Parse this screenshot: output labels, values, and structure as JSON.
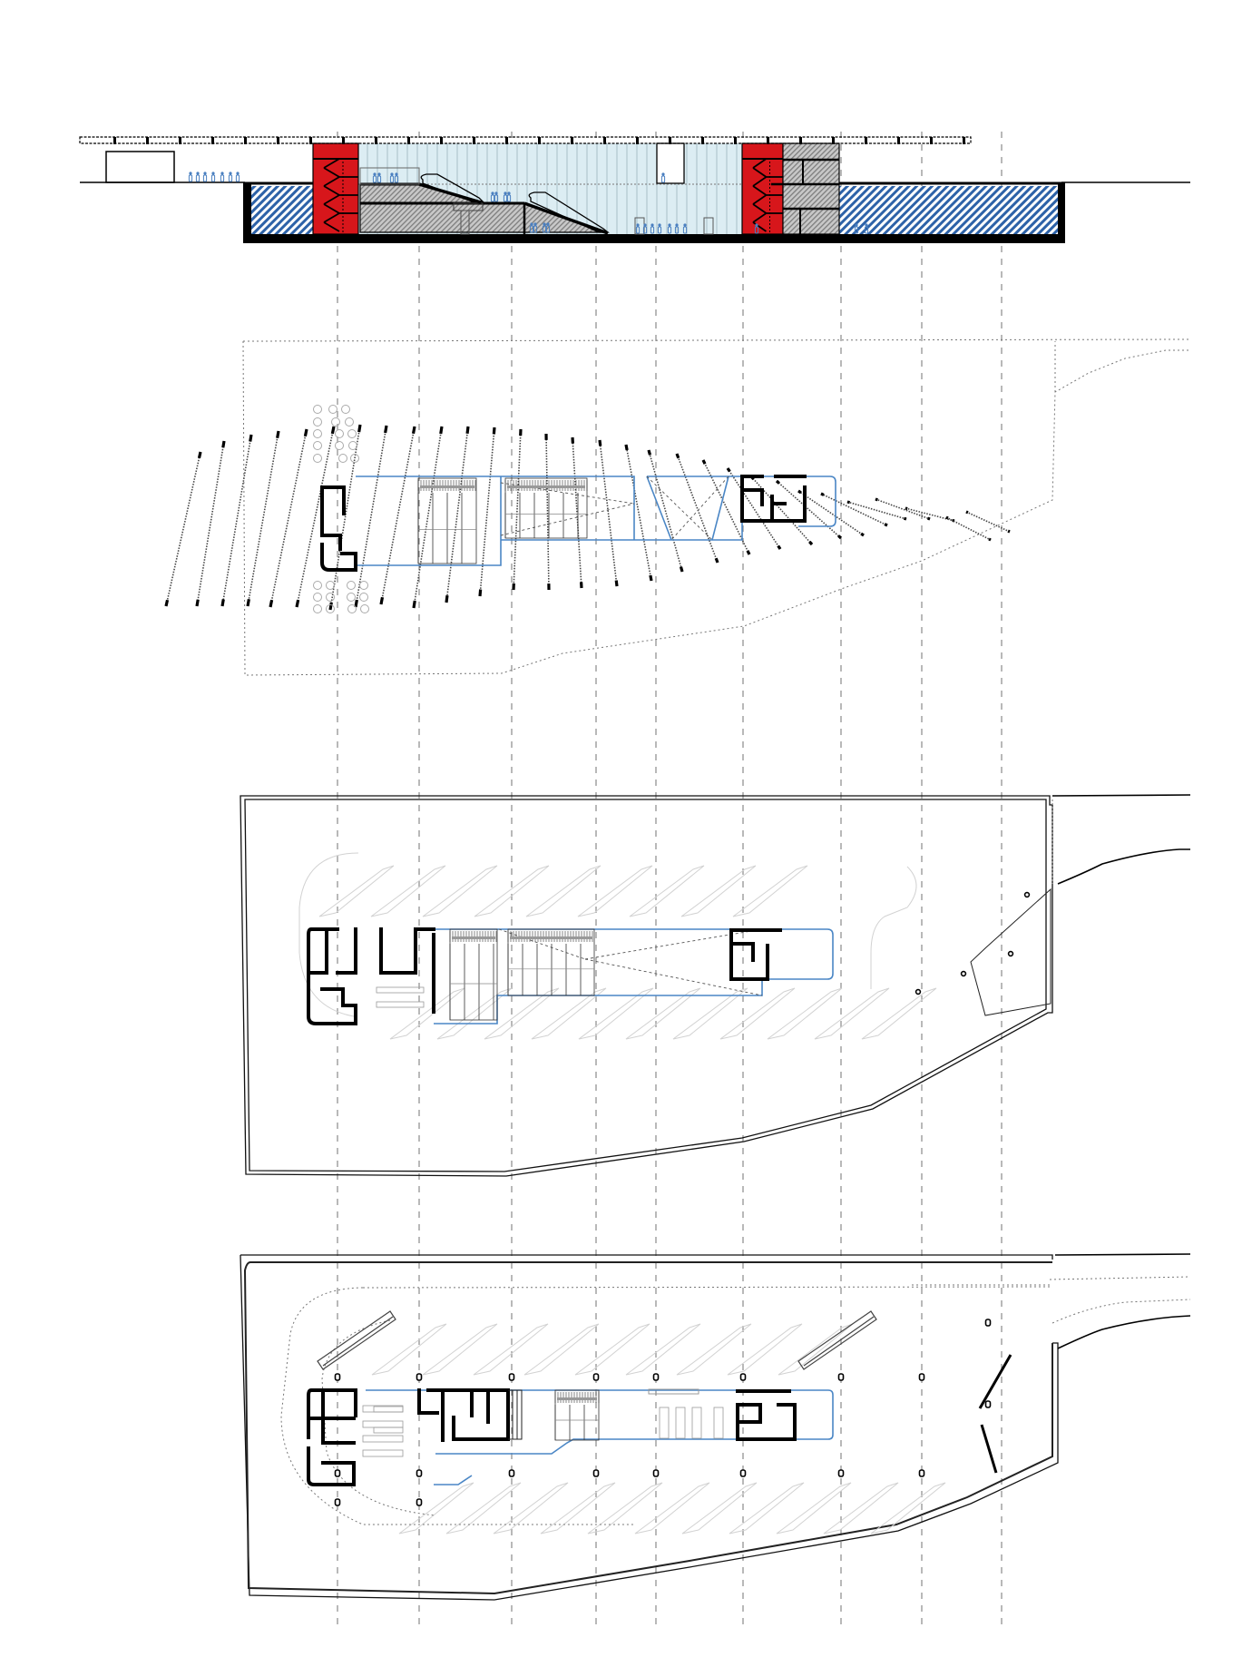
{
  "drawing": {
    "type": "architectural-sheet",
    "views": [
      {
        "id": "section",
        "kind": "longitudinal-section"
      },
      {
        "id": "plan-roof",
        "kind": "roof-plan-with-canopy-ribs"
      },
      {
        "id": "plan-upper",
        "kind": "upper-floor-plan"
      },
      {
        "id": "plan-ground",
        "kind": "ground-floor-plan"
      }
    ],
    "grid_axis_count": 9,
    "canopy_rib_count": 30,
    "colors": {
      "core_red": "#d7161b",
      "glass_blue": "#dcedf3",
      "earth_hatch_blue": "#2d62a8",
      "concrete_grey": "#b5b5b5",
      "plan_outline_blue": "#4a86c5",
      "grid_dash": "#8a8a8a",
      "wall_black": "#000000"
    }
  }
}
